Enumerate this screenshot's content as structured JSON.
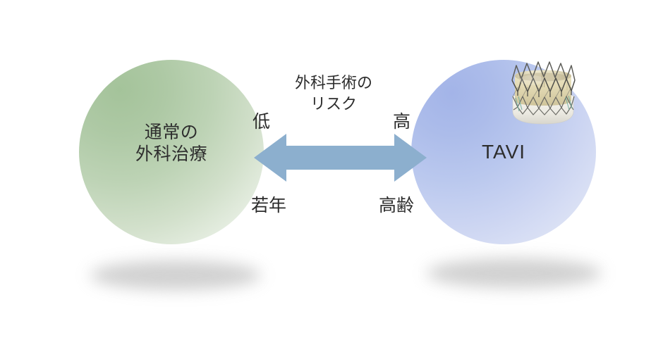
{
  "diagram": {
    "title_text": "",
    "background_color": "#ffffff",
    "left_bubble": {
      "label": "通常の\n外科治療",
      "fill_from": "#a4c39a",
      "fill_to": "#f2f6ef",
      "name": "conventional-surgery"
    },
    "right_bubble": {
      "label": "TAVI",
      "fill_from": "#a3b4e8",
      "fill_to": "#e9edf9",
      "name": "tavi"
    },
    "arrow": {
      "color": "#8cafce",
      "direction": "double-headed-horizontal"
    },
    "scale": {
      "risk_title": "外科手術の\nリスク",
      "risk_low": "低",
      "risk_high": "高",
      "age_young": "若年",
      "age_old": "高齢"
    },
    "device": {
      "name": "tavi-stent-valve",
      "frame_color": "#b9b9b4",
      "leaflet_color": "#e4dcb8",
      "skirt_color": "#f0efe9",
      "suture_color": "#79b3a6"
    },
    "shadow_color": "#c9c9c9"
  }
}
